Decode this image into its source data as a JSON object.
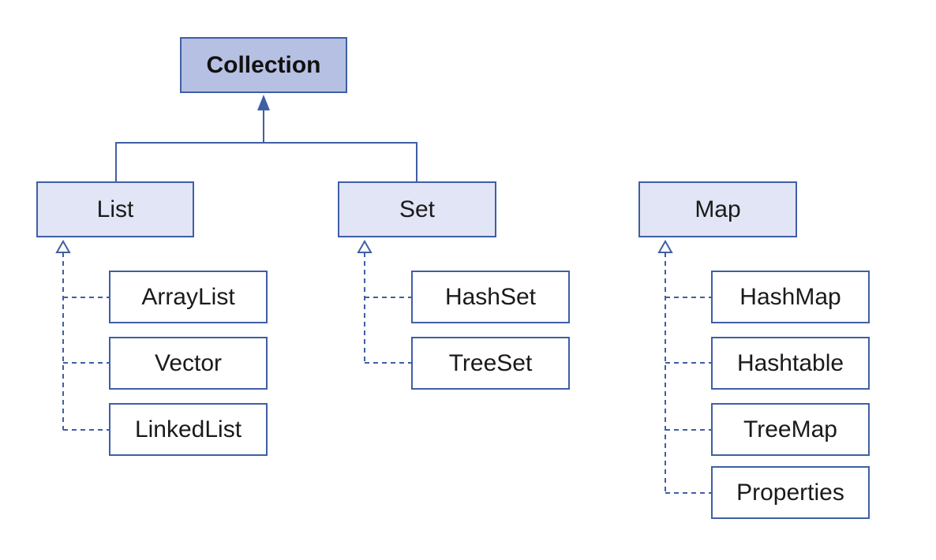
{
  "diagram": {
    "root": "Collection",
    "interfaces": {
      "list": "List",
      "set": "Set",
      "map": "Map"
    },
    "list_impls": [
      "ArrayList",
      "Vector",
      "LinkedList"
    ],
    "set_impls": [
      "HashSet",
      "TreeSet"
    ],
    "map_impls": [
      "HashMap",
      "Hashtable",
      "TreeMap",
      "Properties"
    ]
  },
  "colors": {
    "line": "#3f5fa5",
    "root_fill": "#b6c0e3",
    "interface_fill": "#e1e5f5",
    "impl_fill": "#ffffff"
  }
}
